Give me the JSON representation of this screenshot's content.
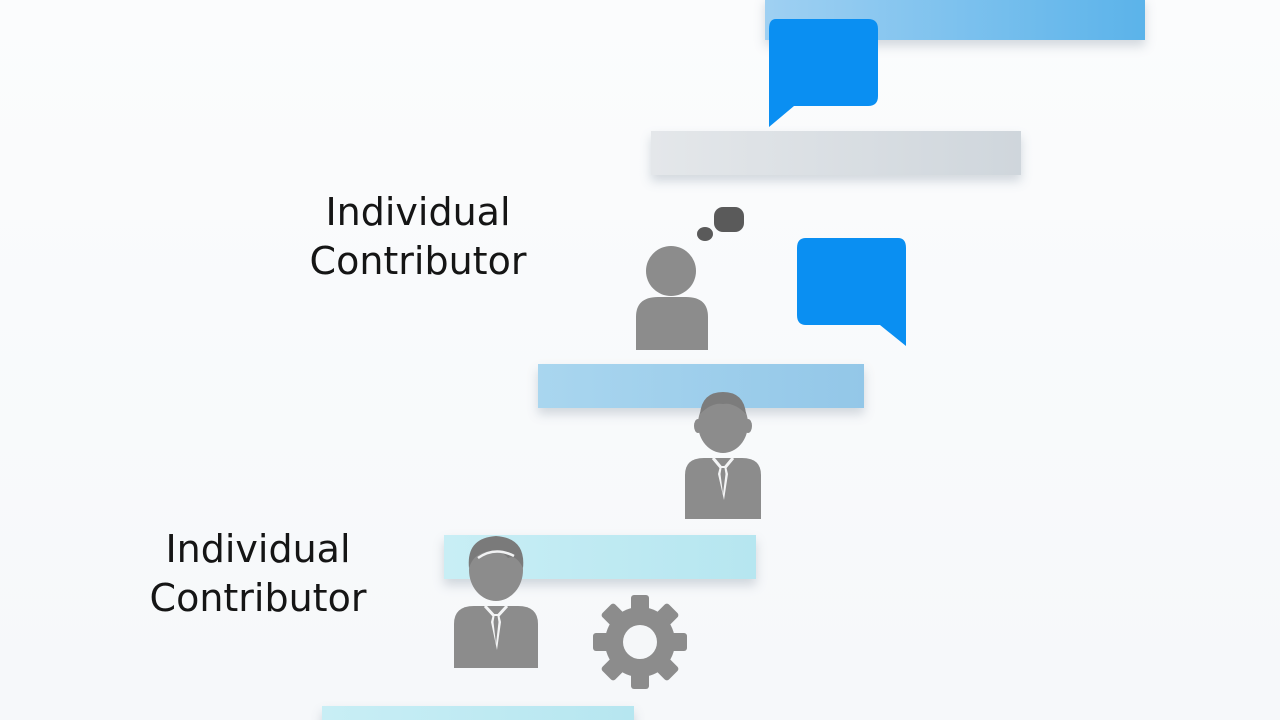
{
  "labels": [
    {
      "line1": "Individual",
      "line2": "Contributor"
    },
    {
      "line1": "Individual",
      "line2": "Contributor"
    }
  ],
  "colors": {
    "speech_bubble": "#0a8ff2",
    "person": "#8c8c8c",
    "thought_bubble": "#5a5a5a"
  },
  "icons": [
    "speech-bubble-icon",
    "thought-bubble-icon",
    "person-icon",
    "businessman-icon",
    "gear-icon"
  ]
}
